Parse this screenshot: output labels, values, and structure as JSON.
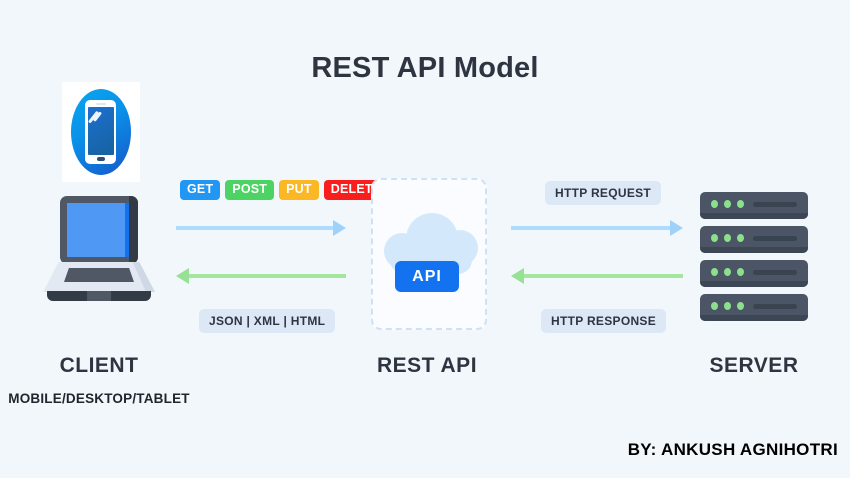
{
  "diagram": {
    "title": "REST API Model",
    "background_color": "#f2f7fc",
    "credit": "BY: ANKUSH AGNIHOTRI"
  },
  "client": {
    "caption": "CLIENT",
    "subcaption": "MOBILE/DESKTOP/TABLET",
    "phone_icon_name": "mobile-phone-icon",
    "laptop_icon_name": "laptop-icon"
  },
  "rest_api": {
    "caption": "REST API",
    "badge_label": "API",
    "badge_color": "#1272f0",
    "cloud_color": "#d3e9fb",
    "box_border_color": "#cfe2f5"
  },
  "server": {
    "caption": "SERVER",
    "icon_name": "server-rack-icon",
    "rack_count": 4,
    "rack_color": "#4b5565",
    "led_color": "#8be08b"
  },
  "http_methods": [
    {
      "label": "GET",
      "color": "#2196f3"
    },
    {
      "label": "POST",
      "color": "#4cd364"
    },
    {
      "label": "PUT",
      "color": "#fbb724"
    },
    {
      "label": "DELETE",
      "color": "#f81e1e"
    }
  ],
  "labels": {
    "response_formats": "JSON | XML | HTML",
    "http_request": "HTTP REQUEST",
    "http_response": "HTTP RESPONSE",
    "pill_background": "#dde8f7"
  },
  "arrows": {
    "request_color": "#addcff",
    "response_color": "#a4e6a0",
    "client_to_api_direction": "right",
    "api_to_client_direction": "left",
    "api_to_server_direction": "right",
    "server_to_api_direction": "left"
  }
}
